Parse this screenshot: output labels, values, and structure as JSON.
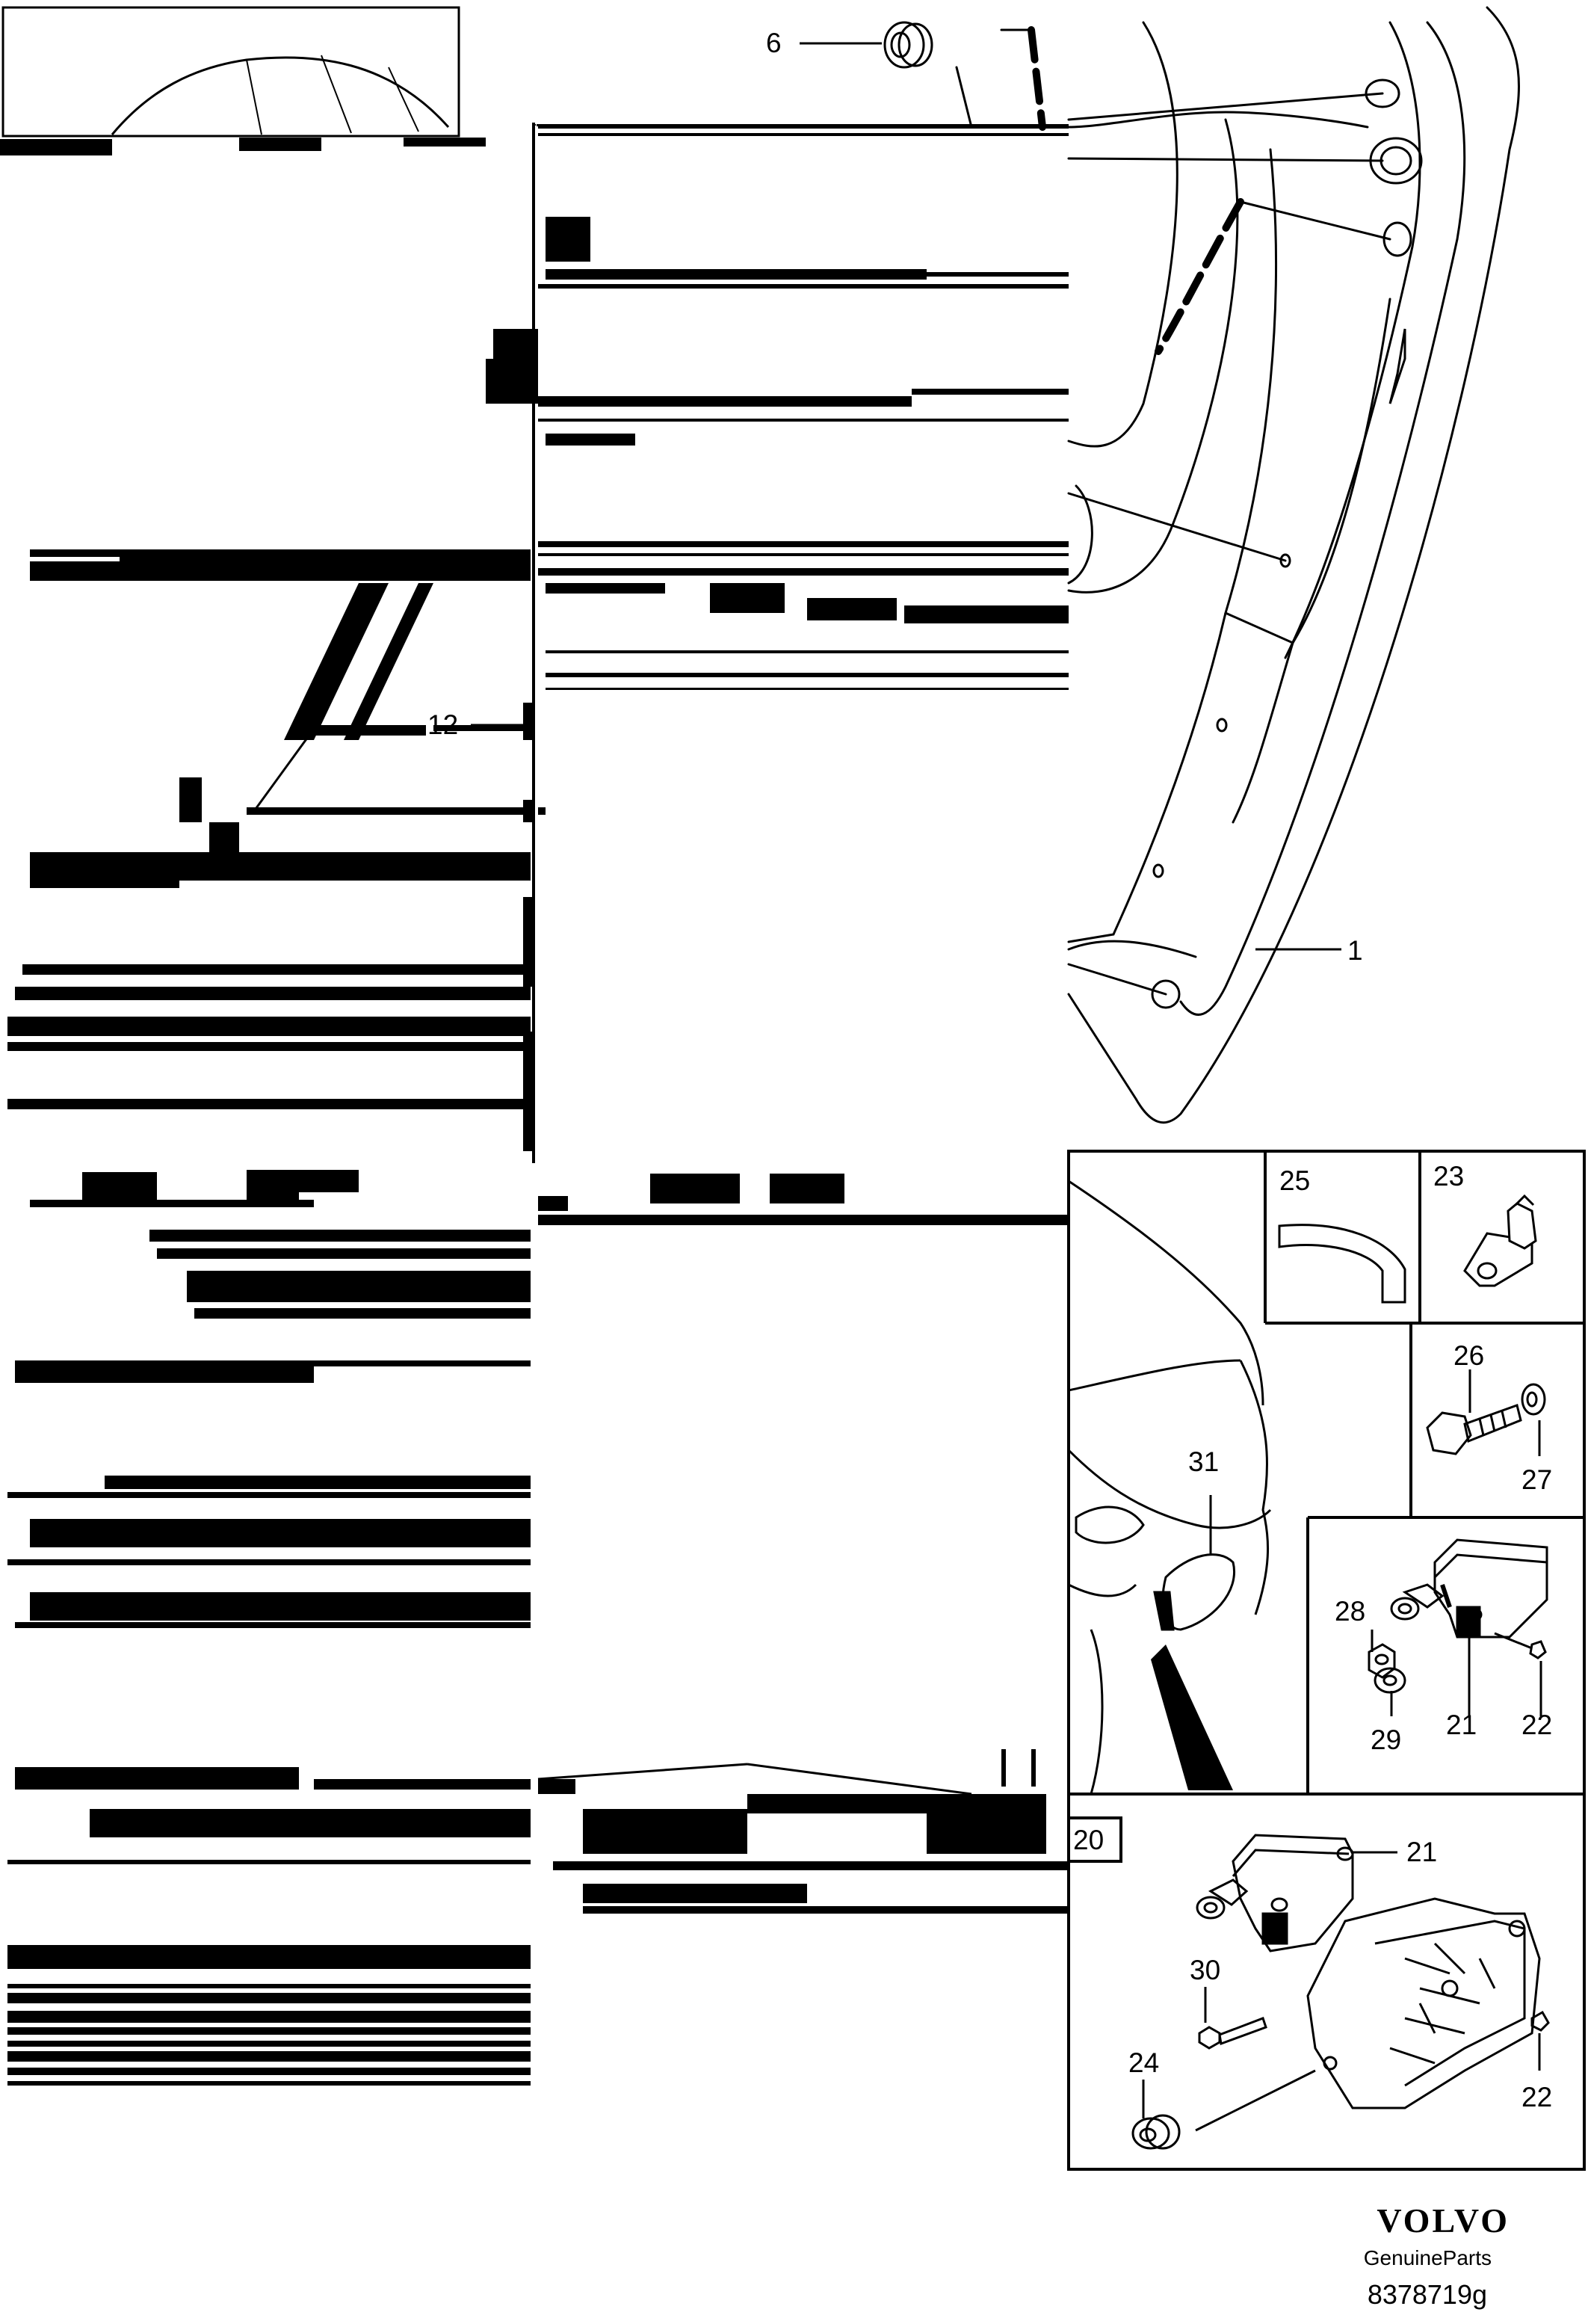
{
  "callouts": {
    "c1": "1",
    "c6": "6",
    "c12": "12",
    "c20": "20",
    "c21a": "21",
    "c21b": "21",
    "c22a": "22",
    "c22b": "22",
    "c23": "23",
    "c24": "24",
    "c25": "25",
    "c26": "26",
    "c27": "27",
    "c28": "28",
    "c29": "29",
    "c30": "30",
    "c31": "31"
  },
  "footer": {
    "brand": "VOLVO",
    "subtitle": "GenuineParts",
    "code": "8378719g"
  },
  "colors": {
    "ink": "#000000",
    "paper": "#ffffff"
  }
}
